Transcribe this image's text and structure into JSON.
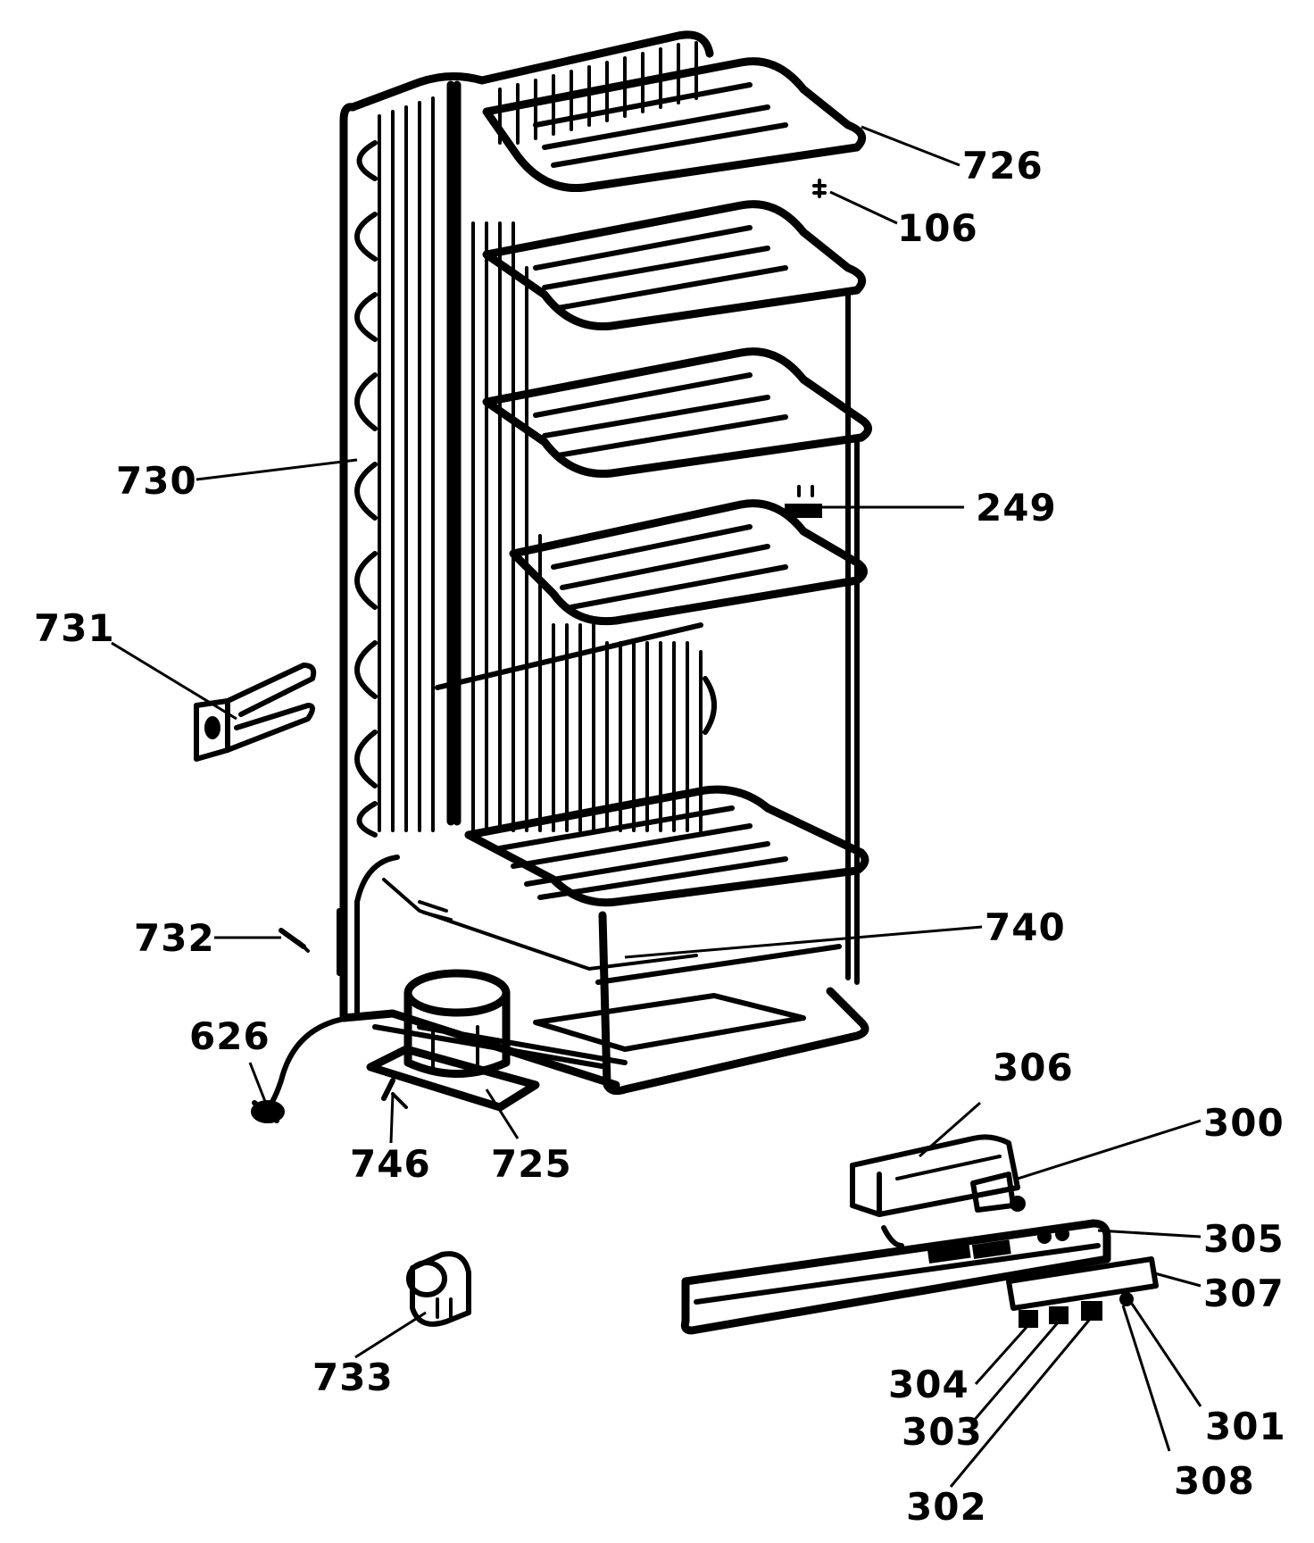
{
  "diagram": {
    "callouts": {
      "726": "726",
      "106": "106",
      "730": "730",
      "249": "249",
      "731": "731",
      "732": "732",
      "740": "740",
      "626": "626",
      "746": "746",
      "725": "725",
      "306": "306",
      "300": "300",
      "305": "305",
      "307": "307",
      "733": "733",
      "304": "304",
      "303": "303",
      "302": "302",
      "301": "301",
      "308": "308"
    }
  }
}
